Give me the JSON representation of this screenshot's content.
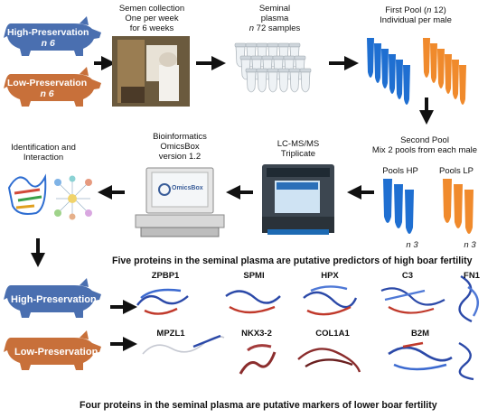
{
  "groups": {
    "high_preservation": {
      "label": "High-Preservation",
      "n": "n 6",
      "color": "#4a6fb0"
    },
    "low_preservation": {
      "label": "Low-Preservation",
      "n": "n 6",
      "color": "#c8703a"
    }
  },
  "steps": {
    "semen_collection": [
      "Semen collection",
      "One per week",
      "for 6 weeks"
    ],
    "seminal_plasma": {
      "line1": "Seminal",
      "line2": "plasma",
      "samples_prefix": "n",
      "samples_value": "72 samples"
    },
    "first_pool": {
      "line1_prefix": "First Pool (",
      "line1_n": "n",
      "line1_suffix": " 12)",
      "line2": "Individual per male"
    },
    "second_pool": [
      "Second Pool",
      "Mix 2 pools from each male"
    ],
    "pools_hp": "Pools HP",
    "pools_lp": "Pools LP",
    "pools_n_hp": "n 3",
    "pools_n_lp": "n 3",
    "lcms": [
      "LC-MS/MS",
      "Triplicate"
    ],
    "bioinformatics": [
      "Bioinformatics",
      "OmicsBox",
      "version 1.2"
    ],
    "identification": [
      "Identification and",
      "Interaction"
    ],
    "omicsbox_screen": "OmicsBox"
  },
  "high_proteins": [
    "ZPBP1",
    "SPMI",
    "HPX",
    "C3",
    "FN1"
  ],
  "low_proteins": [
    "MPZL1",
    "NKX3-2",
    "COL1A1",
    "B2M"
  ],
  "banners": {
    "high": "Five proteins in the seminal plasma are putative predictors of high boar fertility",
    "low": "Four proteins in the seminal plasma are putative markers of lower boar fertility"
  },
  "colors": {
    "blue_tube": "#1f6fd1",
    "orange_tube": "#f08a2c",
    "arrow": "#111111"
  }
}
